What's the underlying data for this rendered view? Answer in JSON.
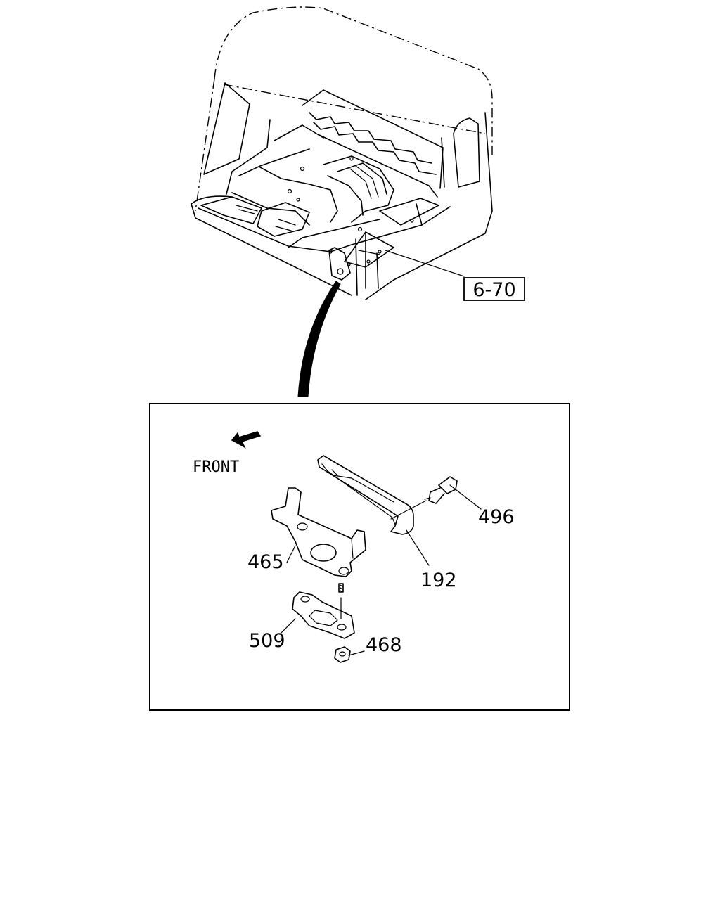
{
  "labels": {
    "ref_6_70": "6-70",
    "front": "FRONT",
    "part_496": "496",
    "part_192": "192",
    "part_465": "465",
    "part_509": "509",
    "part_468": "468"
  }
}
